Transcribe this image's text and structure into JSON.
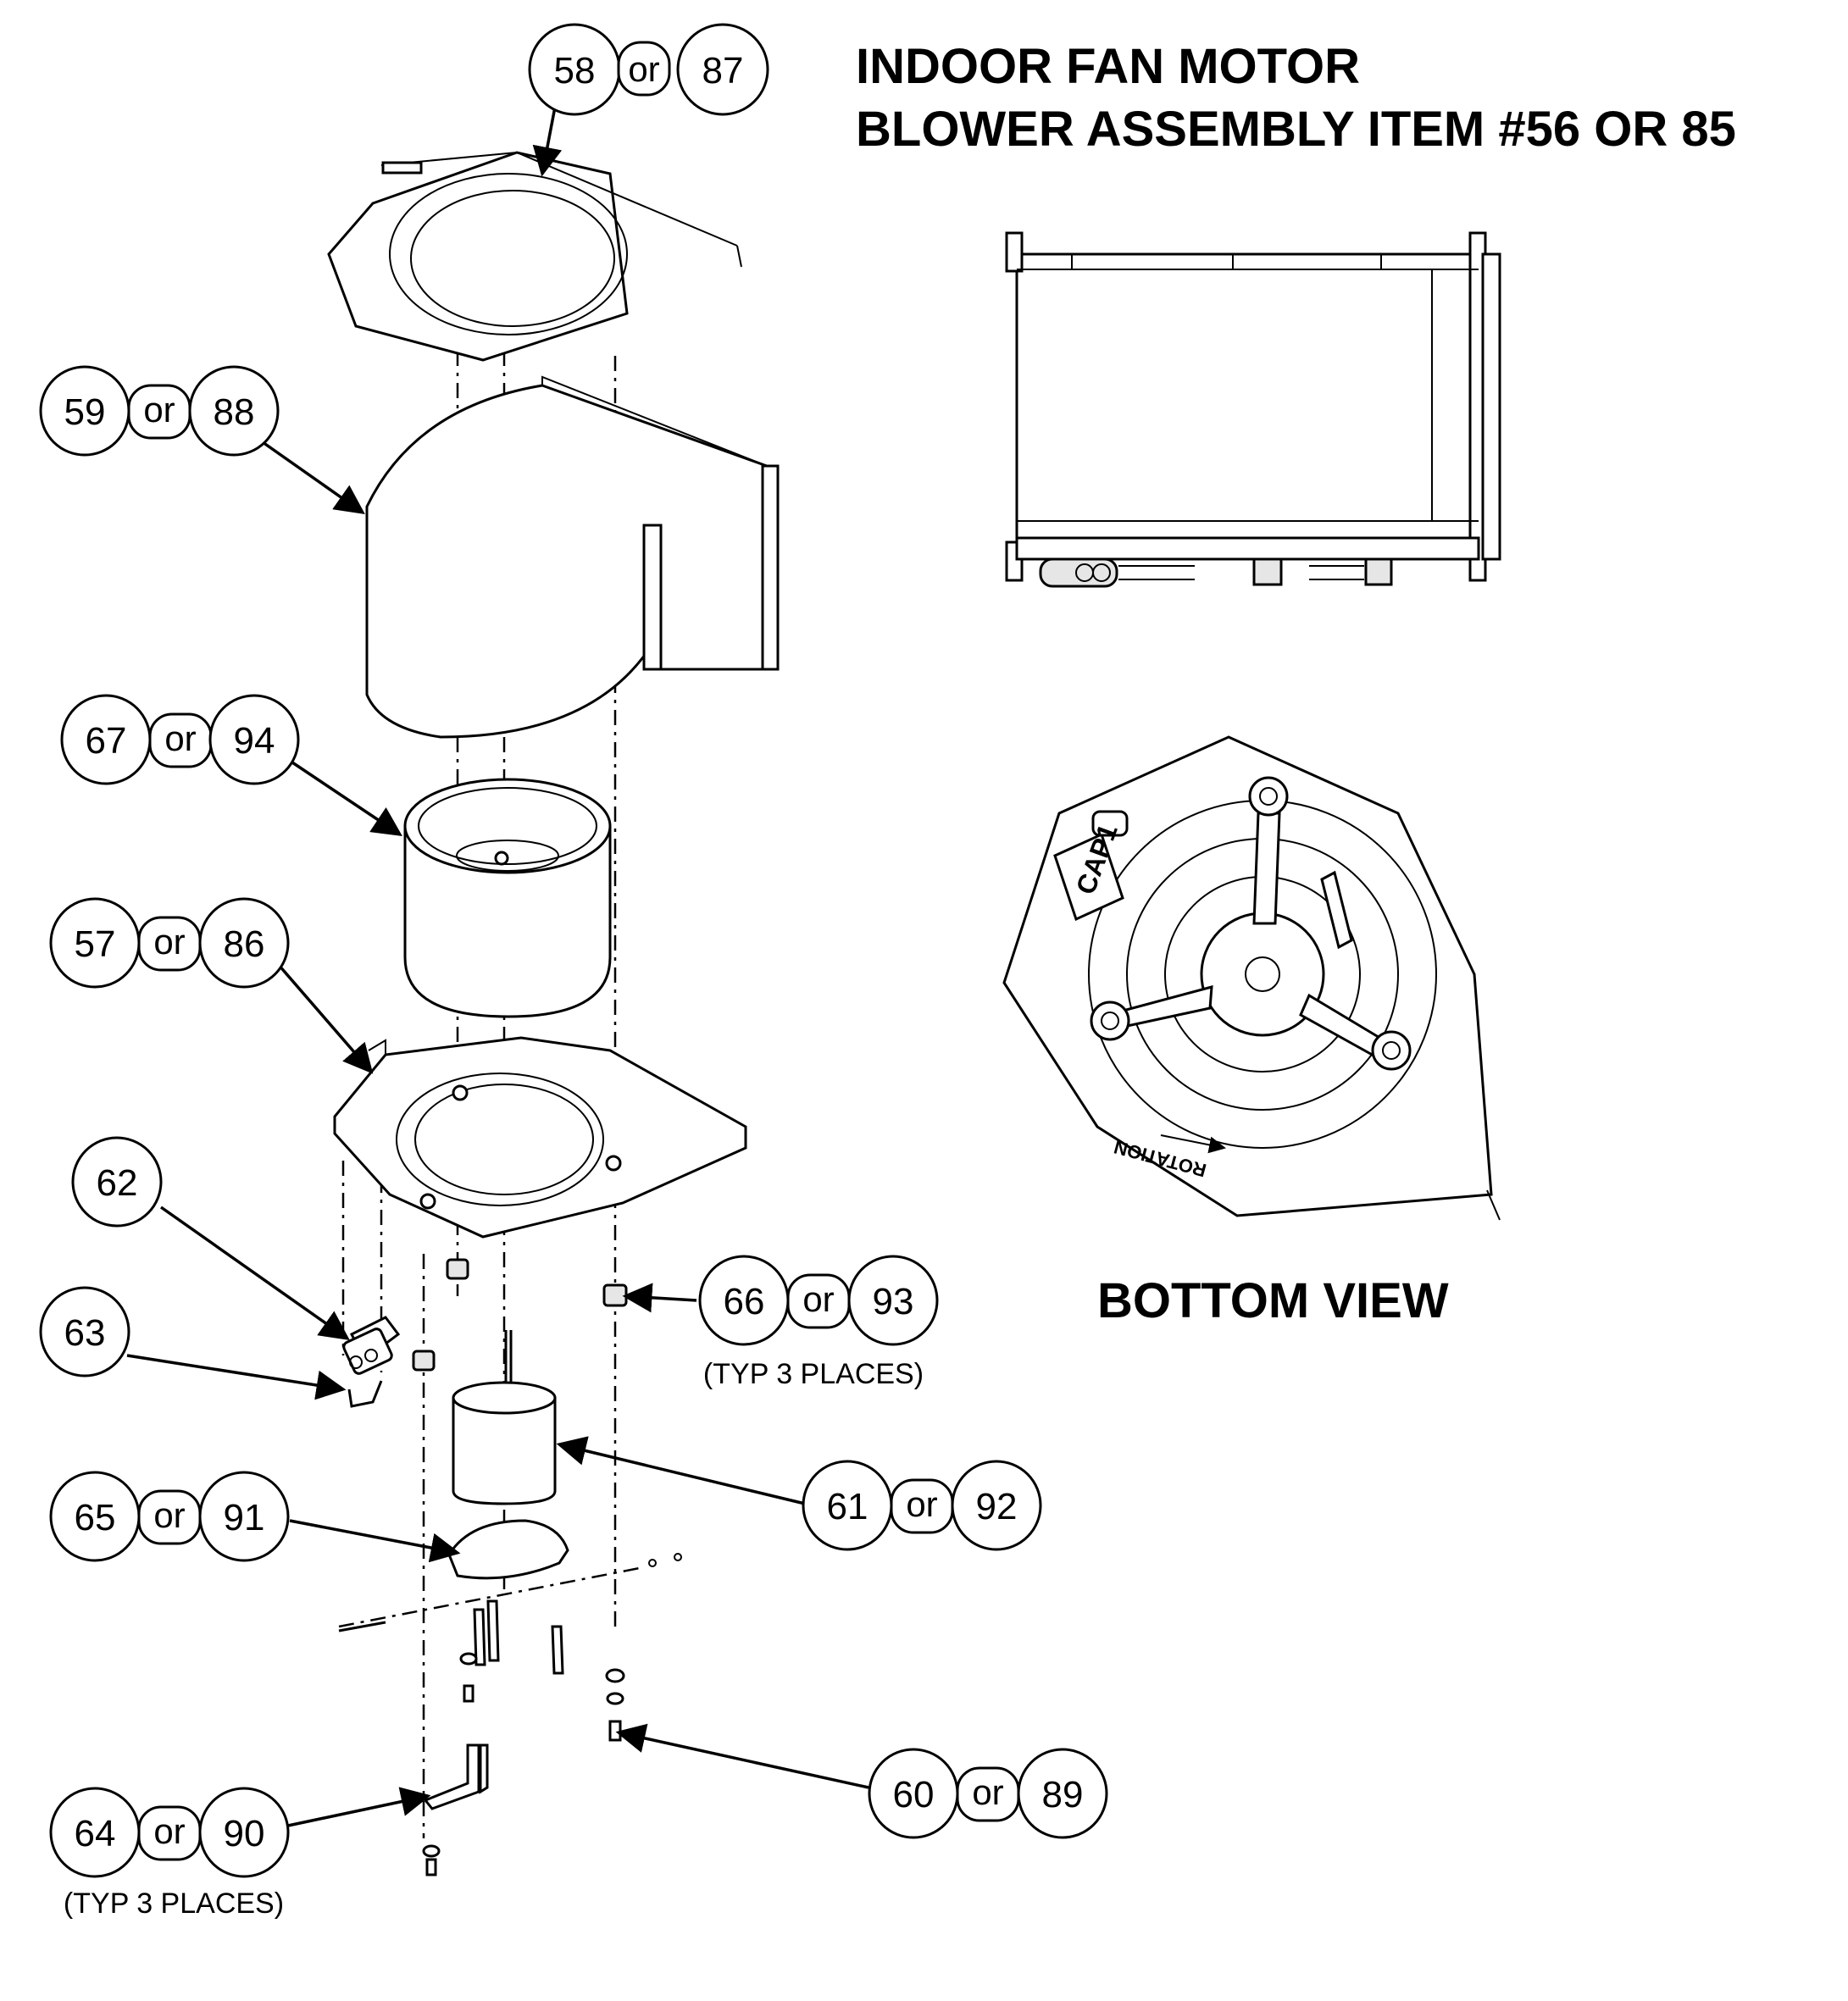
{
  "title": {
    "line1": "INDOOR FAN MOTOR",
    "line2": "BLOWER ASSEMBLY ITEM #56 OR 85"
  },
  "bottom_view_label": "BOTTOM VIEW",
  "cap_label": "CAP1",
  "rotation_label": "ROTATION",
  "callouts": [
    {
      "id": "c58",
      "a": "58",
      "sep": "or",
      "b": "87",
      "note": ""
    },
    {
      "id": "c59",
      "a": "59",
      "sep": "or",
      "b": "88",
      "note": ""
    },
    {
      "id": "c67",
      "a": "67",
      "sep": "or",
      "b": "94",
      "note": ""
    },
    {
      "id": "c57",
      "a": "57",
      "sep": "or",
      "b": "86",
      "note": ""
    },
    {
      "id": "c62",
      "a": "62",
      "sep": "",
      "b": "",
      "note": ""
    },
    {
      "id": "c63",
      "a": "63",
      "sep": "",
      "b": "",
      "note": ""
    },
    {
      "id": "c66",
      "a": "66",
      "sep": "or",
      "b": "93",
      "note": "(TYP 3 PLACES)"
    },
    {
      "id": "c61",
      "a": "61",
      "sep": "or",
      "b": "92",
      "note": ""
    },
    {
      "id": "c65",
      "a": "65",
      "sep": "or",
      "b": "91",
      "note": ""
    },
    {
      "id": "c60",
      "a": "60",
      "sep": "or",
      "b": "89",
      "note": ""
    },
    {
      "id": "c64",
      "a": "64",
      "sep": "or",
      "b": "90",
      "note": "(TYP 3 PLACES)"
    }
  ]
}
